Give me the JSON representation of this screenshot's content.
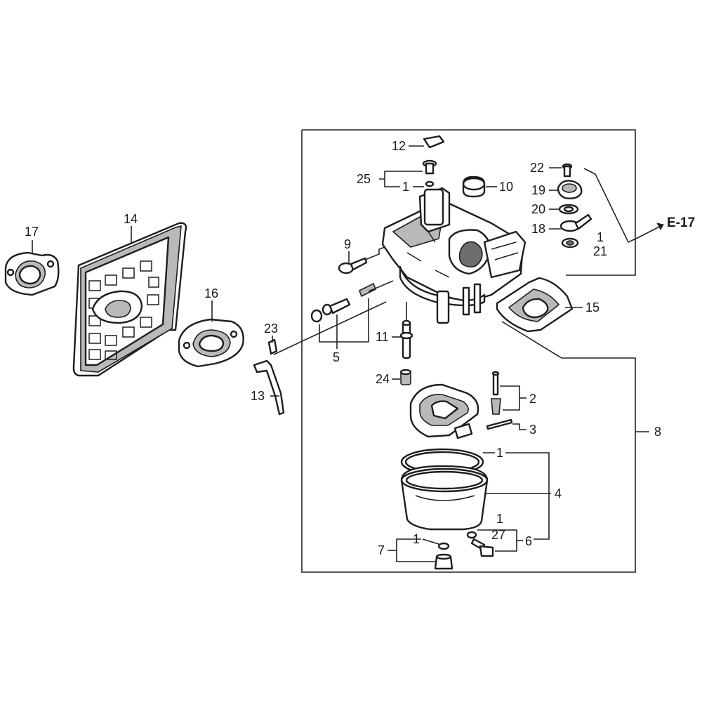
{
  "callouts": {
    "c1a": "1",
    "c1b": "1",
    "c1c": "1",
    "c1d": "1",
    "c1e": "1",
    "c2": "2",
    "c3": "3",
    "c4": "4",
    "c5": "5",
    "c6": "6",
    "c7": "7",
    "c8": "8",
    "c9": "9",
    "c10": "10",
    "c11": "11",
    "c12": "12",
    "c13": "13",
    "c14": "14",
    "c15": "15",
    "c16": "16",
    "c17": "17",
    "c18": "18",
    "c19": "19",
    "c20": "20",
    "c21": "21",
    "c22": "22",
    "c23": "23",
    "c24": "24",
    "c25": "25",
    "c27": "27"
  },
  "ref_page": "E-17",
  "colors": {
    "line": "#222222",
    "fill": "#ffffff",
    "shade": "#b9b9b9"
  }
}
